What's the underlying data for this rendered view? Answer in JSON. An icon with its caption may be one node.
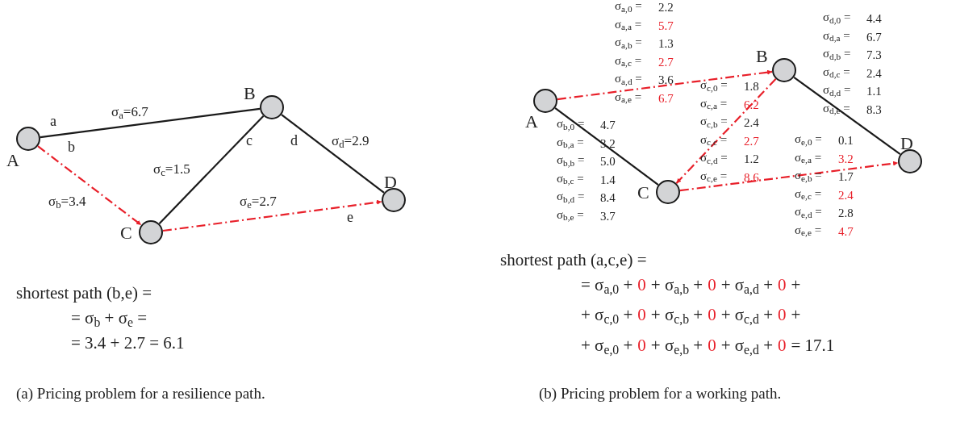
{
  "diagram": {
    "nodes": [
      {
        "text": [],
        "shape": "circle",
        "beside": [
          "A"
        ]
      },
      {
        "text": [],
        "shape": "circle",
        "beside": [
          "B"
        ]
      },
      {
        "text": [],
        "shape": "circle",
        "beside": [
          "C"
        ]
      },
      {
        "text": [],
        "shape": "circle",
        "beside": [
          "D"
        ]
      },
      {
        "text": [],
        "shape": "circle",
        "beside": [
          "A"
        ]
      },
      {
        "text": [],
        "shape": "circle",
        "beside": [
          "B"
        ]
      },
      {
        "text": [],
        "shape": "circle",
        "beside": [
          "C"
        ]
      },
      {
        "text": [],
        "shape": "circle",
        "beside": [
          "D"
        ]
      }
    ],
    "edges": [
      {
        "from": 0,
        "to": 1,
        "arrow": "none"
      },
      {
        "from": 0,
        "to": 2,
        "arrow": "to",
        "style": "dashed",
        "color": "#e8202a"
      },
      {
        "from": 2,
        "to": 1,
        "arrow": "none"
      },
      {
        "from": 1,
        "to": 3,
        "arrow": "none"
      },
      {
        "from": 2,
        "to": 3,
        "arrow": "to",
        "style": "dashed",
        "color": "#e8202a"
      },
      {
        "from": 4,
        "to": 5,
        "arrow": "to",
        "style": "dashed",
        "color": "#e8202a"
      },
      {
        "from": 5,
        "to": 6,
        "arrow": "to",
        "style": "dashed",
        "color": "#e8202a"
      },
      {
        "from": 6,
        "to": 7,
        "arrow": "to",
        "style": "dashed",
        "color": "#e8202a"
      },
      {
        "from": 4,
        "to": 6,
        "arrow": "none"
      },
      {
        "from": 5,
        "to": 7,
        "arrow": "none"
      }
    ],
    "labels": [
      "a",
      "σ$_{a}$=6.7",
      "b",
      "c",
      "d",
      "σ$_{d}$=2.9",
      "σ$_{c}$=1.5",
      "σ$_{b}$=3.4",
      "σ$_{e}$=2.7",
      "e",
      "shortest path (b,e) =",
      "= σ$_{b}$ + σ$_{e}$ =",
      "= 3.4 + 2.7 = 6.1",
      "σ$_{a,0}$ =",
      "2.2",
      "σ$_{a,a}$ =",
      "5.7",
      "σ$_{a,b}$ =",
      "1.3",
      "σ$_{a,c}$ =",
      "2.7",
      "σ$_{a,d}$ =",
      "3.6",
      "σ$_{a,e}$ =",
      "6.7",
      "σ$_{d,0}$ =",
      "4.4",
      "σ$_{d,a}$ =",
      "6.7",
      "σ$_{d,b}$ =",
      "7.3",
      "σ$_{d,c}$ =",
      "2.4",
      "σ$_{d,d}$ =",
      "1.1",
      "σ$_{d,e}$ =",
      "8.3",
      "σ$_{c,0}$ =",
      "1.8",
      "σ$_{c,a}$ =",
      "6.2",
      "σ$_{c,b}$ =",
      "2.4",
      "σ$_{c,c}$ =",
      "2.7",
      "σ$_{c,d}$ =",
      "1.2",
      "σ$_{c,e}$ =",
      "8.6",
      "σ$_{b,0}$ =",
      "4.7",
      "σ$_{b,a}$ =",
      "3.2",
      "σ$_{b,b}$ =",
      "5.0",
      "σ$_{b,c}$ =",
      "1.4",
      "σ$_{b,d}$ =",
      "8.4",
      "σ$_{b,e}$ =",
      "3.7",
      "σ$_{e,0}$ =",
      "0.1",
      "σ$_{e,a}$ =",
      "3.2",
      "σ$_{e,b}$ =",
      "1.7",
      "σ$_{e,c}$ =",
      "2.4",
      "σ$_{e,d}$ =",
      "2.8",
      "σ$_{e,e}$ =",
      "4.7",
      "shortest path (a,c,e) =",
      "= σ$_{a,0}$ +",
      "0",
      "+ σ$_{a,b}$ +",
      "0",
      "+ σ$_{a,d}$ +",
      "0",
      "+",
      "+ σ$_{c,0}$ +",
      "0",
      "+ σ$_{c,b}$ +",
      "0",
      "+ σ$_{c,d}$ +",
      "0",
      "+",
      "+ σ$_{e,0}$ +",
      "0",
      "+ σ$_{e,b}$ +",
      "0",
      "+ σ$_{e,d}$ +",
      "0",
      "= 17.1",
      "(a) Pricing problem for a resilience path.",
      "(b) Pricing problem for a working path."
    ]
  }
}
